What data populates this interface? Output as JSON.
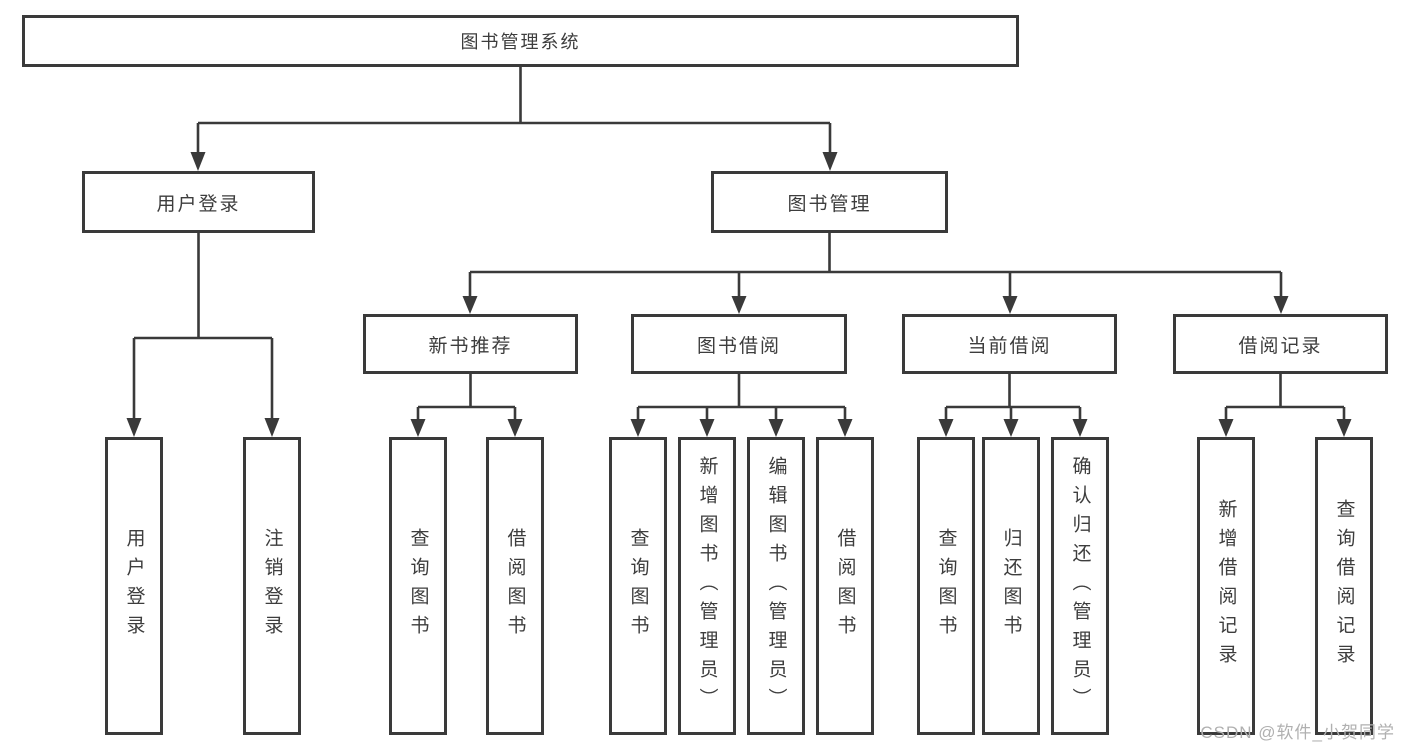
{
  "diagram": {
    "type": "hierarchy-tree",
    "tree": {
      "root": {
        "label": "图书管理系统"
      },
      "branches": [
        {
          "label": "用户登录",
          "children": [
            {
              "label": "用户登录"
            },
            {
              "label": "注销登录"
            }
          ]
        },
        {
          "label": "图书管理",
          "children": [
            {
              "label": "新书推荐",
              "children": [
                {
                  "label": "查询图书"
                },
                {
                  "label": "借阅图书"
                }
              ]
            },
            {
              "label": "图书借阅",
              "children": [
                {
                  "label": "查询图书"
                },
                {
                  "label": "新增图书（管理员）"
                },
                {
                  "label": "编辑图书（管理员）"
                },
                {
                  "label": "借阅图书"
                }
              ]
            },
            {
              "label": "当前借阅",
              "children": [
                {
                  "label": "查询图书"
                },
                {
                  "label": "归还图书"
                },
                {
                  "label": "确认归还（管理员）"
                }
              ]
            },
            {
              "label": "借阅记录",
              "children": [
                {
                  "label": "新增借阅记录"
                },
                {
                  "label": "查询借阅记录"
                }
              ]
            }
          ]
        }
      ]
    },
    "colors": {
      "line": "#3a3a3a",
      "box_border": "#3a3a3a",
      "text": "#3d3d3d",
      "background": "#ffffff",
      "watermark": "#b0b0b0"
    }
  },
  "watermark": {
    "text": "CSDN @软件_小贺同学"
  }
}
